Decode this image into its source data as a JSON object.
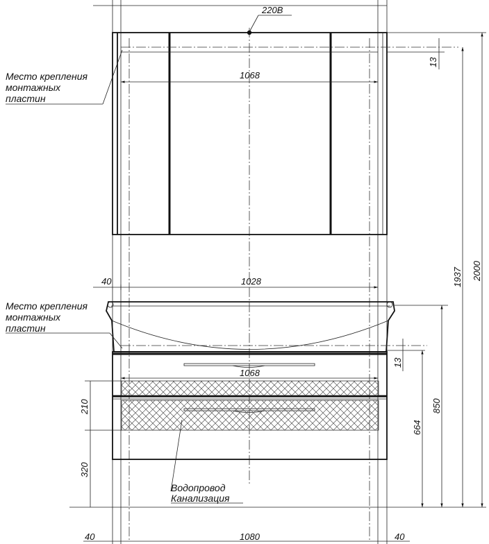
{
  "power": {
    "label": "220B"
  },
  "notes": {
    "mounting_top": [
      "Место крепления",
      "монтажных",
      "пластин"
    ],
    "mounting_bottom": [
      "Место крепления",
      "монтажных",
      "пластин"
    ],
    "utilities": [
      "Водопровод",
      "Канализация"
    ]
  },
  "dimensions": {
    "mirror_width": "1068",
    "mirror_plate_offset": "13",
    "height_to_mirror_plate": "1937",
    "height_total": "2000",
    "basin_overhang_left": "40",
    "basin_inner_width": "1028",
    "cabinet_plate_width": "1068",
    "cabinet_plate_offset": "13",
    "cabinet_plate_height": "664",
    "basin_height": "850",
    "water_zone_height": "210",
    "water_zone_base": "320",
    "bottom_left": "40",
    "bottom_total": "1080",
    "bottom_right": "40"
  }
}
